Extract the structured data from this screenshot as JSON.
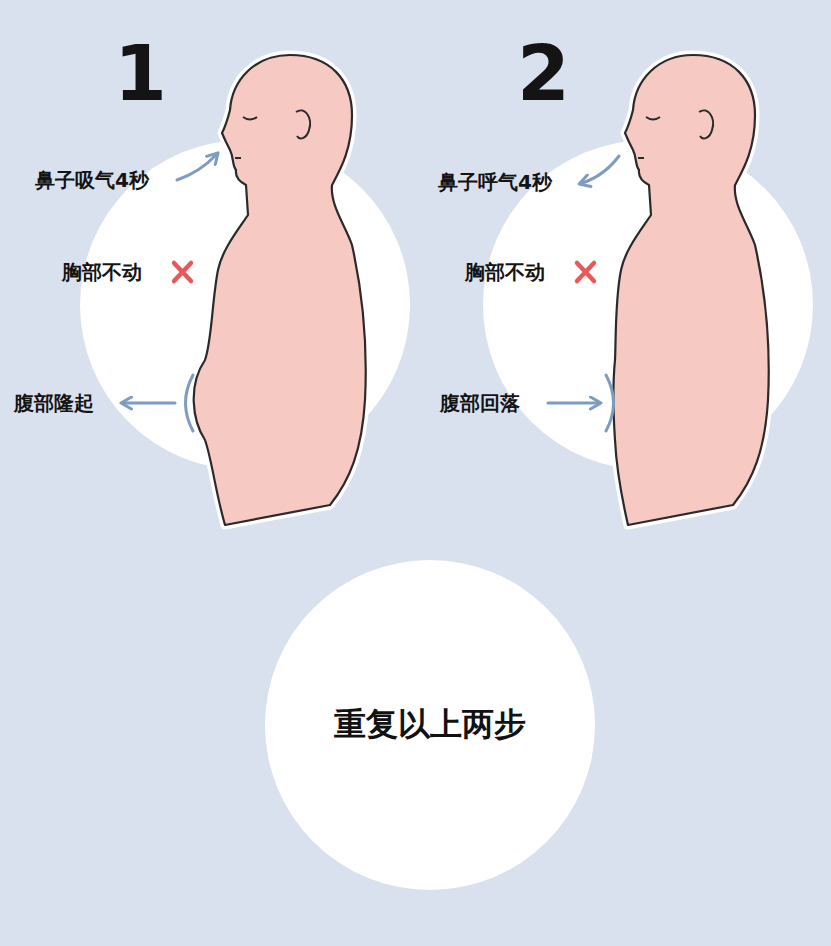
{
  "diagram": {
    "nodes": [
      {
        "text": [
          "重复以上两步"
        ]
      }
    ],
    "labels": [
      "1",
      "鼻子吸气4秒",
      "胸部不动",
      "腹部隆起",
      "2",
      "鼻子呼气4秒",
      "胸部不动",
      "腹部回落"
    ]
  }
}
